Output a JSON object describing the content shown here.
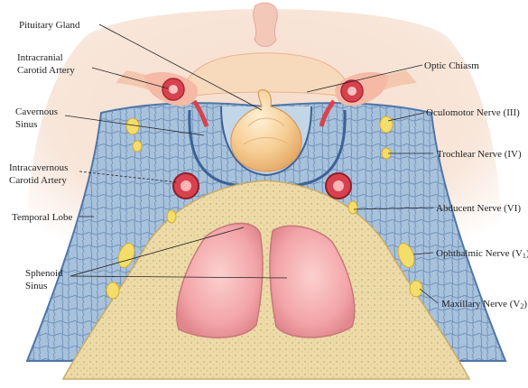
{
  "labels": {
    "pituitary_gland": "Pituitary Gland",
    "intracranial_carotid_artery": "Intracranial\nCarotid Artery",
    "cavernous_sinus": "Cavernous\nSinus",
    "intracavernous_carotid_artery": "Intracavernous\nCarotid Artery",
    "temporal_lobe": "Temporal Lobe",
    "sphenoid_sinus": "Sphenoid\nSinus",
    "optic_chiasm": "Optic Chiasm",
    "oculomotor_nerve": "Oculomotor Nerve (III)",
    "trochlear_nerve": "Trochlear Nerve (IV)",
    "abducent_nerve": "Abducent Nerve (VI)",
    "ophthalmic_nerve": {
      "text": "Ophthalmic Nerve (V",
      "sub": "1",
      "close": ")"
    },
    "maxillary_nerve": {
      "text": "Maxillary Nerve (V",
      "sub": "2",
      "close": ")"
    }
  },
  "colors": {
    "sinus_blue": "#a9c3dc",
    "sinus_wall": "#6f93bd",
    "bone": "#ecdba8",
    "sinus_pink": "#f2a2a6",
    "artery_red": "#d8424e",
    "nerve_yellow": "#f4dd6a",
    "gland": "#f5cf97",
    "brain_tissue": "#f3d8c6"
  }
}
